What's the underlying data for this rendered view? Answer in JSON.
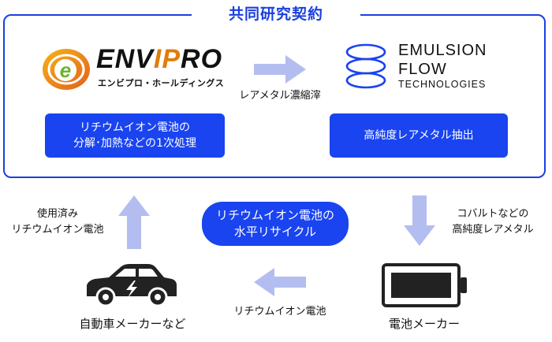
{
  "frame": {
    "title": "共同研究契約"
  },
  "envipro": {
    "logo_text": "ENVIPRO",
    "logo_sub": "エンビプロ・ホールディングス",
    "process": [
      "リチウムイオン電池の",
      "分解･加熱などの1次処理"
    ]
  },
  "emulsion": {
    "line1": "EMULSION",
    "line2": "FLOW",
    "line3": "TECHNOLOGIES",
    "process": "高純度レアメタル抽出"
  },
  "arrows": {
    "top_label": "レアメタル濃縮滓",
    "right_label": [
      "コバルトなどの",
      "高純度レアメタル"
    ],
    "bottom_label": "リチウムイオン電池",
    "left_label": [
      "使用済み",
      "リチウムイオン電池"
    ]
  },
  "center": {
    "lines": [
      "リチウムイオン電池の",
      "水平リサイクル"
    ]
  },
  "battery_maker": {
    "label": "電池メーカー"
  },
  "car_maker": {
    "label": "自動車メーカーなど"
  },
  "colors": {
    "accent": "#1a44f0",
    "arrow": "#b3bdf0",
    "orange": "#e07c0e",
    "green": "#6ab42d"
  }
}
